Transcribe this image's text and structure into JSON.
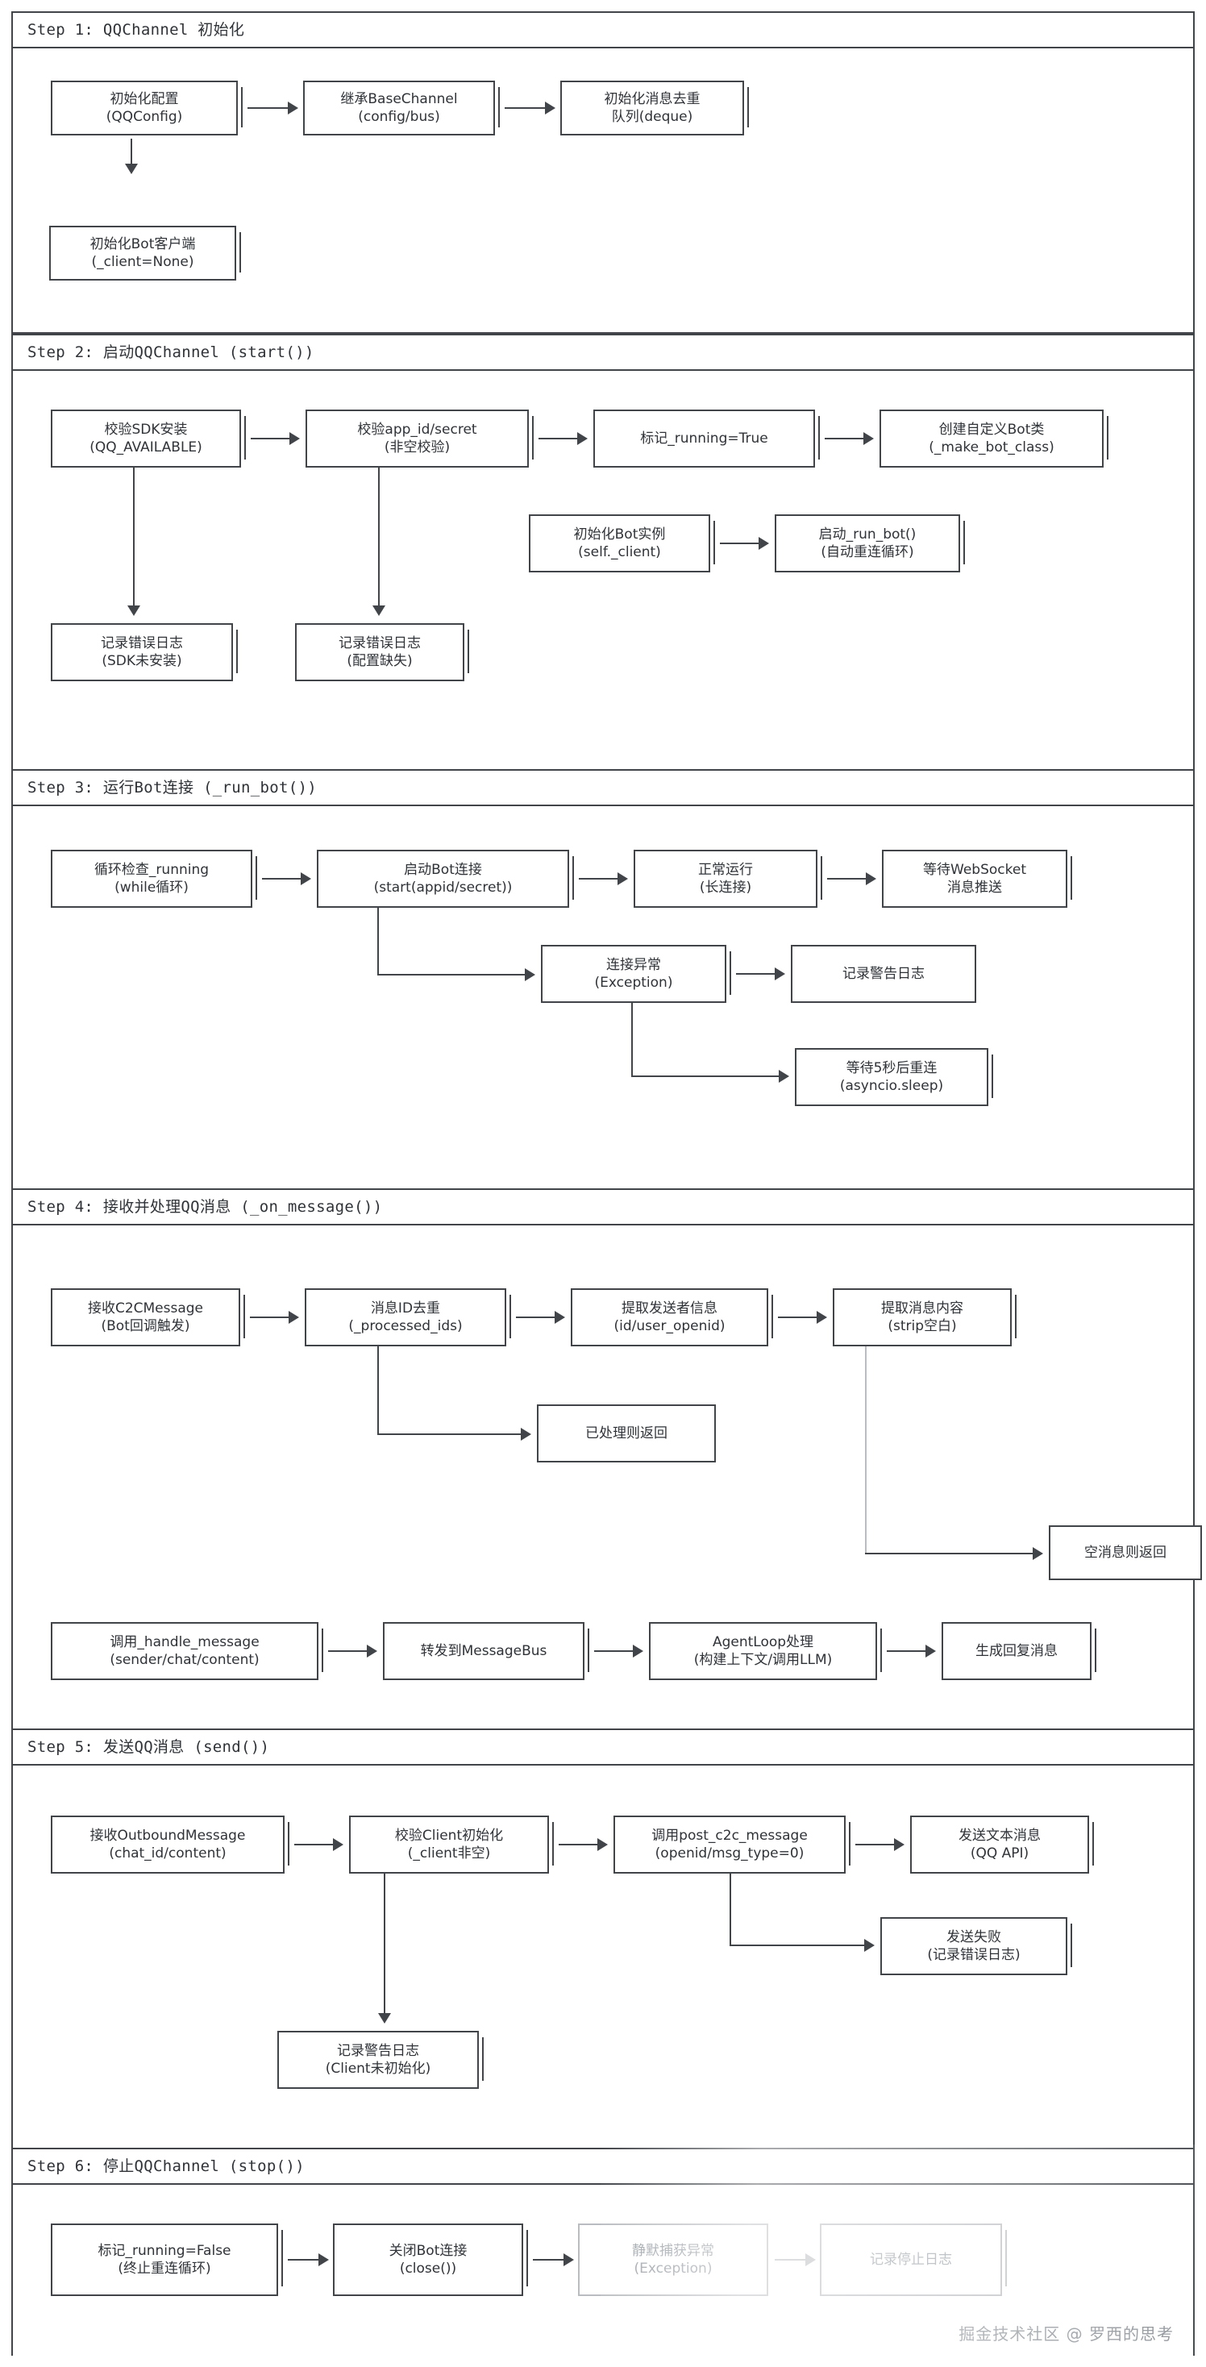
{
  "doc": {
    "watermark": "掘金技术社区 @ 罗西的思考"
  },
  "steps": [
    {
      "id": "step1",
      "title": "Step 1: QQChannel 初始化",
      "nodes": [
        {
          "id": "s1n1",
          "l1": "初始化配置",
          "l2": "(QQConfig)"
        },
        {
          "id": "s1n2",
          "l1": "继承BaseChannel",
          "l2": "(config/bus)"
        },
        {
          "id": "s1n3",
          "l1": "初始化消息去重",
          "l2": "队列(deque)"
        },
        {
          "id": "s1n4",
          "l1": "初始化Bot客户端",
          "l2": "(_client=None)"
        }
      ]
    },
    {
      "id": "step2",
      "title": "Step 2: 启动QQChannel (start())",
      "nodes": [
        {
          "id": "s2n1",
          "l1": "校验SDK安装",
          "l2": "(QQ_AVAILABLE)"
        },
        {
          "id": "s2n2",
          "l1": "校验app_id/secret",
          "l2": "(非空校验)"
        },
        {
          "id": "s2n3",
          "l1": "标记_running=True",
          "l2": ""
        },
        {
          "id": "s2n4",
          "l1": "创建自定义Bot类",
          "l2": "(_make_bot_class)"
        },
        {
          "id": "s2n5",
          "l1": "初始化Bot实例",
          "l2": "(self._client)"
        },
        {
          "id": "s2n6",
          "l1": "启动_run_bot()",
          "l2": "(自动重连循环)"
        },
        {
          "id": "s2n7",
          "l1": "记录错误日志",
          "l2": "(SDK未安装)"
        },
        {
          "id": "s2n8",
          "l1": "记录错误日志",
          "l2": "(配置缺失)"
        }
      ]
    },
    {
      "id": "step3",
      "title": "Step 3: 运行Bot连接 (_run_bot())",
      "nodes": [
        {
          "id": "s3n1",
          "l1": "循环检查_running",
          "l2": "(while循环)"
        },
        {
          "id": "s3n2",
          "l1": "启动Bot连接",
          "l2": "(start(appid/secret))"
        },
        {
          "id": "s3n3",
          "l1": "正常运行",
          "l2": "(长连接)"
        },
        {
          "id": "s3n4",
          "l1": "等待WebSocket",
          "l2": "消息推送"
        },
        {
          "id": "s3n5",
          "l1": "连接异常",
          "l2": "(Exception)"
        },
        {
          "id": "s3n6",
          "l1": "记录警告日志",
          "l2": ""
        },
        {
          "id": "s3n7",
          "l1": "等待5秒后重连",
          "l2": "(asyncio.sleep)"
        }
      ]
    },
    {
      "id": "step4",
      "title": "Step 4: 接收并处理QQ消息 (_on_message())",
      "nodes": [
        {
          "id": "s4n1",
          "l1": "接收C2CMessage",
          "l2": "(Bot回调触发)"
        },
        {
          "id": "s4n2",
          "l1": "消息ID去重",
          "l2": "(_processed_ids)"
        },
        {
          "id": "s4n3",
          "l1": "提取发送者信息",
          "l2": "(id/user_openid)"
        },
        {
          "id": "s4n4",
          "l1": "提取消息内容",
          "l2": "(strip空白)"
        },
        {
          "id": "s4n5",
          "l1": "已处理则返回",
          "l2": ""
        },
        {
          "id": "s4n6",
          "l1": "空消息则返回",
          "l2": ""
        },
        {
          "id": "s4n7",
          "l1": "调用_handle_message",
          "l2": "(sender/chat/content)"
        },
        {
          "id": "s4n8",
          "l1": "转发到MessageBus",
          "l2": ""
        },
        {
          "id": "s4n9",
          "l1": "AgentLoop处理",
          "l2": "(构建上下文/调用LLM)"
        },
        {
          "id": "s4n10",
          "l1": "生成回复消息",
          "l2": ""
        }
      ]
    },
    {
      "id": "step5",
      "title": "Step 5: 发送QQ消息 (send())",
      "nodes": [
        {
          "id": "s5n1",
          "l1": "接收OutboundMessage",
          "l2": "(chat_id/content)"
        },
        {
          "id": "s5n2",
          "l1": "校验Client初始化",
          "l2": "(_client非空)"
        },
        {
          "id": "s5n3",
          "l1": "调用post_c2c_message",
          "l2": "(openid/msg_type=0)"
        },
        {
          "id": "s5n4",
          "l1": "发送文本消息",
          "l2": "(QQ API)"
        },
        {
          "id": "s5n5",
          "l1": "发送失败",
          "l2": "(记录错误日志)"
        },
        {
          "id": "s5n6",
          "l1": "记录警告日志",
          "l2": "(Client未初始化)"
        }
      ]
    },
    {
      "id": "step6",
      "title": "Step 6: 停止QQChannel (stop())",
      "nodes": [
        {
          "id": "s6n1",
          "l1": "标记_running=False",
          "l2": "(终止重连循环)"
        },
        {
          "id": "s6n2",
          "l1": "关闭Bot连接",
          "l2": "(close())"
        },
        {
          "id": "s6n3",
          "l1": "静默捕获异常",
          "l2": "(Exception)"
        },
        {
          "id": "s6n4",
          "l1": "记录停止日志",
          "l2": ""
        }
      ]
    }
  ],
  "colors": {
    "line": "#41454a",
    "text": "#2f3338",
    "faint": "#b9bcc0",
    "background": "#ffffff"
  }
}
